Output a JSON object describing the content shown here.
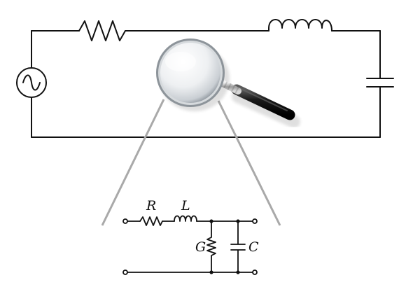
{
  "diagram": {
    "description_labels": {
      "resistance": "R",
      "inductance": "L",
      "conductance": "G",
      "capacitance": "C"
    }
  },
  "icons": {
    "source": "ac-source-icon",
    "magnifier": "magnifying-glass-icon"
  }
}
